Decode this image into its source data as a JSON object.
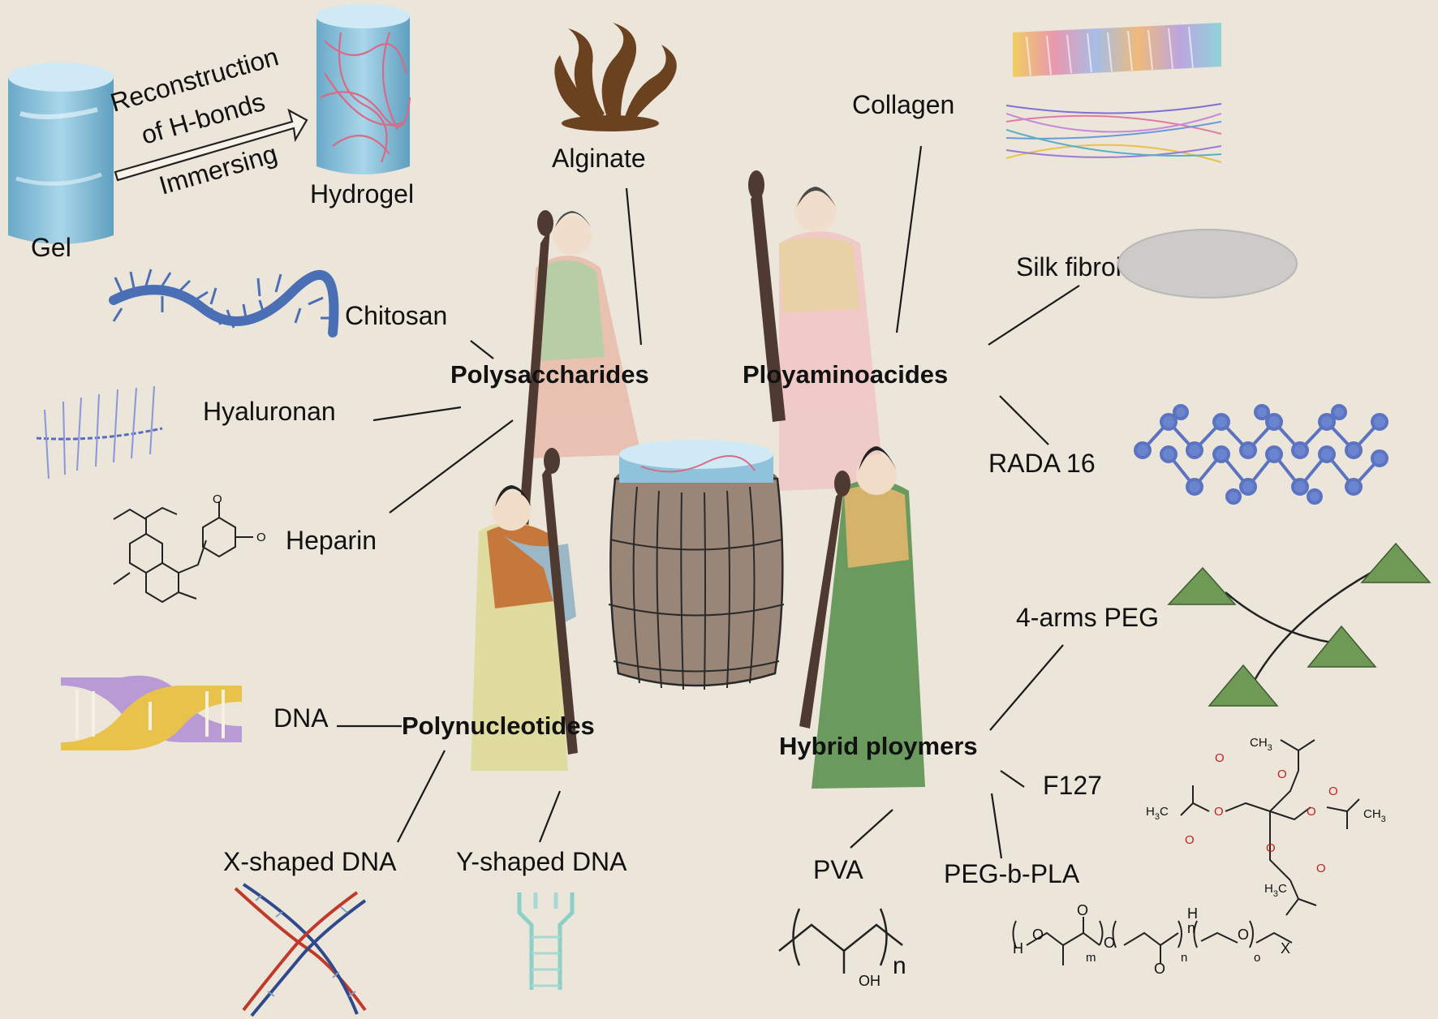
{
  "process": {
    "gel_label": "Gel",
    "hydrogel_label": "Hydrogel",
    "arrow_top_line1": "Reconstruction",
    "arrow_top_line2": "of H-bonds",
    "arrow_bottom": "Immersing"
  },
  "categories": {
    "polysaccharides": "Polysaccharides",
    "polyaminoacides": "Ployaminoacides",
    "polynucleotides": "Polynucleotides",
    "hybrid": "Hybrid ploymers"
  },
  "materials": {
    "alginate": "Alginate",
    "chitosan": "Chitosan",
    "hyaluronan": "Hyaluronan",
    "heparin": "Heparin",
    "collagen": "Collagen",
    "silk_fibroin": "Silk fibroin",
    "rada16": "RADA 16",
    "dna": "DNA",
    "x_dna": "X-shaped DNA",
    "y_dna": "Y-shaped DNA",
    "peg4": "4-arms PEG",
    "f127": "F127",
    "pva": "PVA",
    "peg_pla": "PEG-b-PLA"
  },
  "chem": {
    "pva_sub": "n",
    "pva_oh": "OH",
    "h3c": "H",
    "h3c_sub": "3",
    "h3c_c": "C",
    "ch3": "CH",
    "ch3_sub": "3",
    "o": "O",
    "h": "H",
    "m": "m",
    "n": "n",
    "o_sub": "o",
    "x": "X"
  },
  "colors": {
    "background": "#ece6da",
    "gel": "#8fc3dc",
    "network": "#d96a85",
    "dna_purple": "#b89ad4",
    "dna_yellow": "#e8c24a",
    "rada_blue": "#6a84cf",
    "peg_green": "#6f9a56",
    "barrel": "#9a8676",
    "alginate_brown": "#6b4220"
  }
}
